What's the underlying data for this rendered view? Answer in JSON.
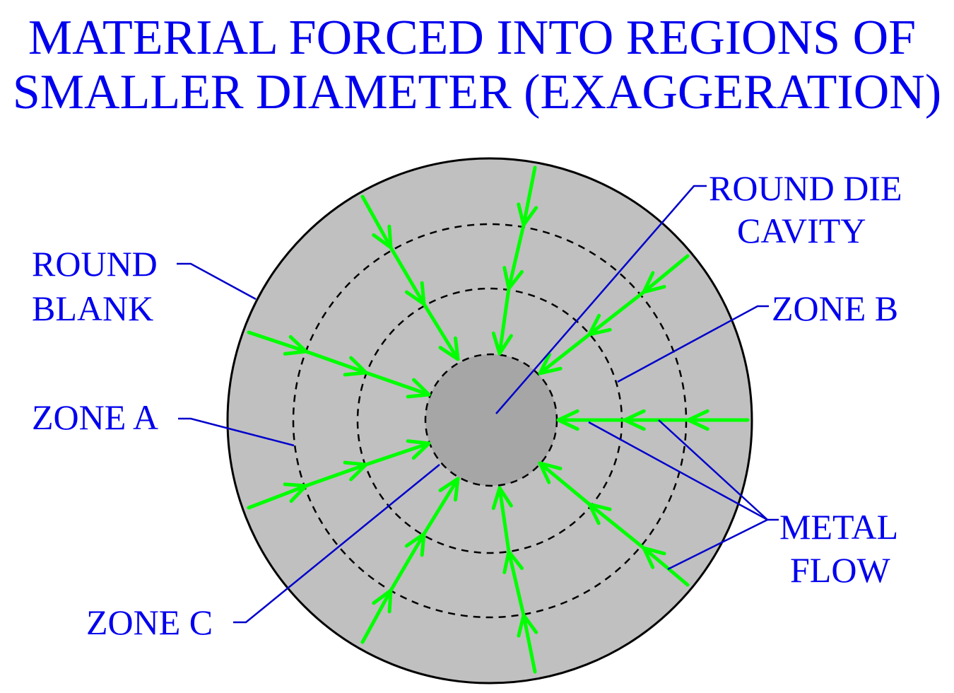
{
  "title": {
    "line1": "MATERIAL FORCED INTO REGIONS OF",
    "line2": "SMALLER DIAMETER (EXAGGERATION)"
  },
  "labels": {
    "round_blank": {
      "line1": "ROUND",
      "line2": "BLANK"
    },
    "round_die_cavity": {
      "line1": "ROUND DIE",
      "line2": "CAVITY"
    },
    "zone_a": "ZONE A",
    "zone_b": "ZONE B",
    "zone_c": "ZONE C",
    "metal_flow": {
      "line1": "METAL",
      "line2": "FLOW"
    }
  },
  "colors": {
    "text": "#0000ee",
    "leader": "#0000cc",
    "blank_fill": "#c0c0c0",
    "cavity_fill": "#a6a6a6",
    "flow_arrow": "#00ff00",
    "zone_boundary": "#000000"
  }
}
